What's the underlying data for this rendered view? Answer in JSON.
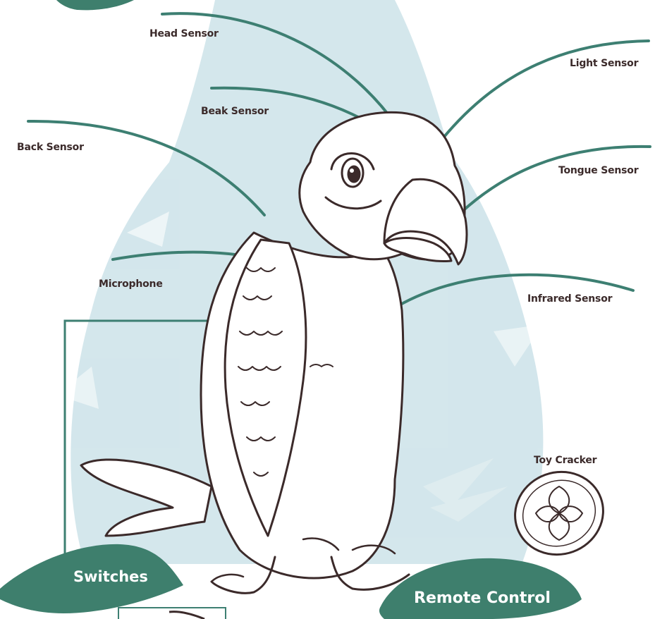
{
  "labels": {
    "head_sensor": "Head Sensor",
    "light_sensor": "Light Sensor",
    "beak_sensor": "Beak Sensor",
    "back_sensor": "Back Sensor",
    "tongue_sensor": "Tongue Sensor",
    "microphone": "Microphone",
    "infrared_sensor": "Infrared Sensor",
    "toy_cracker": "Toy Cracker",
    "switches": "Switches",
    "remote_control": "Remote Control"
  },
  "colors": {
    "leaf_background": "#cfe4ea",
    "leader_line": "#3d7f72",
    "leaf_dark": "#3e7f6d",
    "outline": "#3b2a2a",
    "label_text": "#3b2a2a"
  },
  "icons": {
    "parrot": "parrot-illustration",
    "cracker": "toy-cracker-illustration",
    "leaf": "tropical-leaf"
  }
}
